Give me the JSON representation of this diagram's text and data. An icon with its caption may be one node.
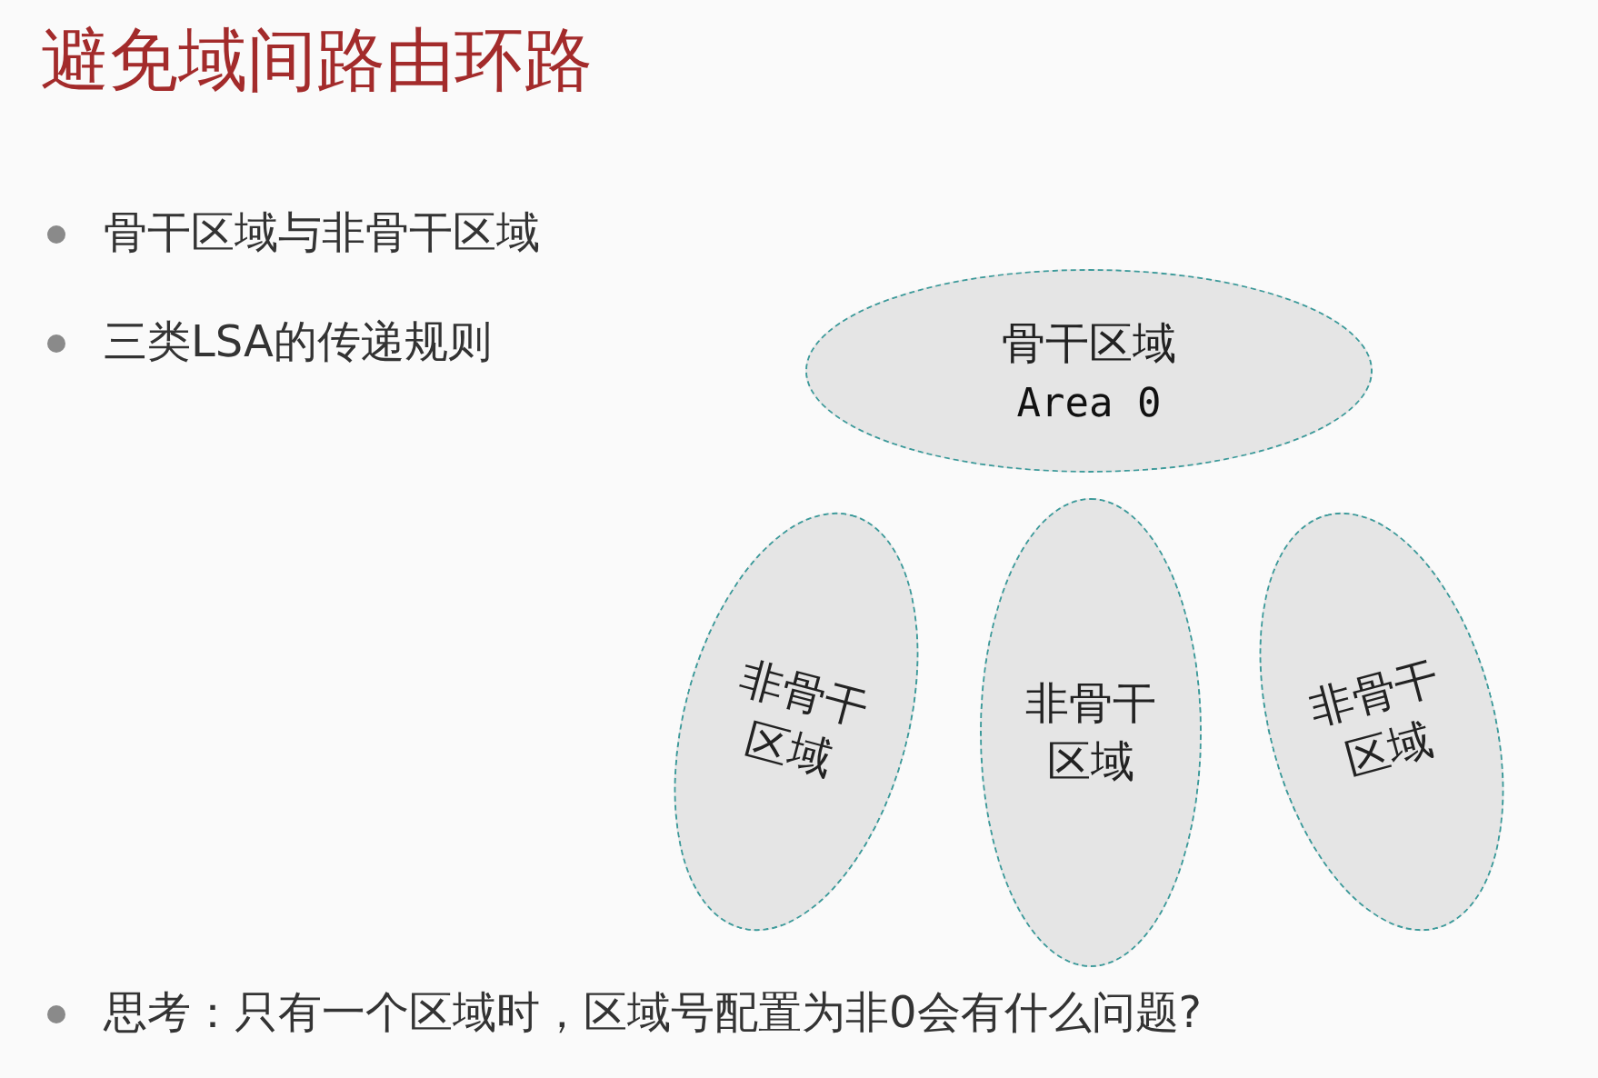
{
  "diagram": {
    "title": "避免域间路由环路",
    "nodes": [
      {
        "text": [
          "骨干区域",
          "Area 0"
        ]
      },
      {
        "text": [
          "非骨干区域"
        ]
      },
      {
        "text": [
          "非骨干区域"
        ]
      },
      {
        "text": [
          "非骨干区域"
        ]
      }
    ],
    "labels": [
      "骨干区域与非骨干区域",
      "三类LSA的传递规则",
      "思考：只有一个区域时，区域号配置为非0会有什么问题?"
    ]
  }
}
